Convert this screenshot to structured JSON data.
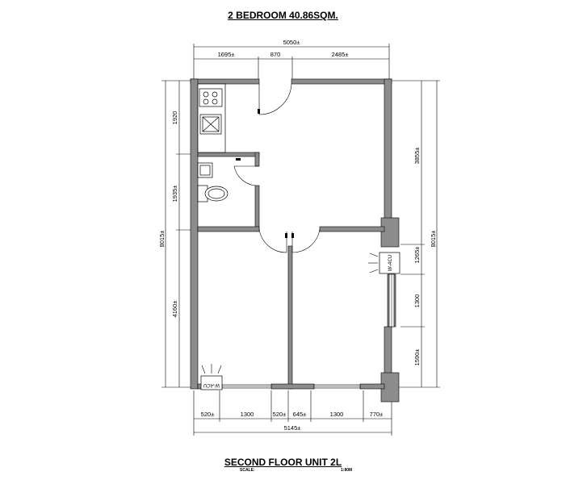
{
  "header": {
    "title": "2 BEDROOM 40.86SQM."
  },
  "footer": {
    "title": "SECOND FLOOR UNIT 2L",
    "scale_label": "SCALE:",
    "scale_value": "1:80M"
  },
  "dimensions": {
    "top_total": "5050±",
    "top_segments": [
      "1695±",
      "870",
      "2485±"
    ],
    "bottom_total": "5145±",
    "bottom_segments": [
      "520±",
      "1300",
      "520±",
      "645±",
      "1300",
      "770±"
    ],
    "left_total": "8015±",
    "left_segments": [
      "1920",
      "1935±",
      "4160±"
    ],
    "right_total": "8015±",
    "right_segments": [
      "3855±",
      "1265±",
      "1300",
      "1590±"
    ]
  },
  "labels": {
    "acu_right": "W-ACU",
    "acu_bottom": "W-ACU"
  }
}
